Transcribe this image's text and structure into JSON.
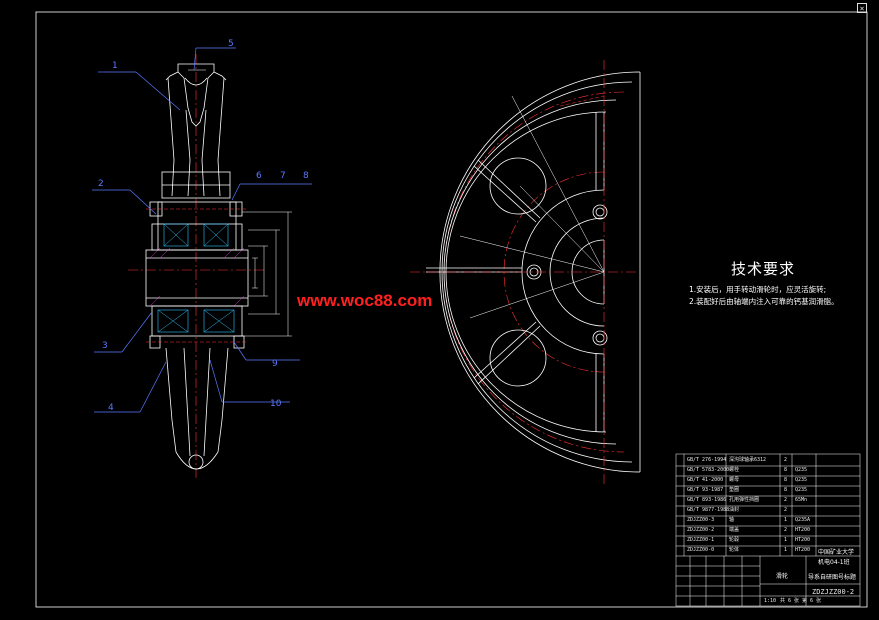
{
  "controls": {
    "close_label": "×"
  },
  "watermark": "www.woc88.com",
  "tech": {
    "title": "技术要求",
    "notes": [
      "1.安装后，用手转动滑轮时，应灵活旋转;",
      "2.装配好后由轴端内注入可靠的钙基润滑脂。"
    ]
  },
  "part_labels": [
    "1",
    "2",
    "3",
    "4",
    "5",
    "6",
    "7",
    "8",
    "9",
    "10"
  ],
  "title_block": {
    "bom_rows": [
      {
        "std": "GB/T 276-1994",
        "name": "深沟球轴承6312",
        "qty": "2",
        "mat": ""
      },
      {
        "std": "GB/T 5783-2000",
        "name": "螺栓",
        "qty": "8",
        "mat": "Q235"
      },
      {
        "std": "GB/T 41-2000",
        "name": "螺母",
        "qty": "8",
        "mat": "Q235"
      },
      {
        "std": "GB/T 93-1987",
        "name": "垫圈",
        "qty": "8",
        "mat": "Q235"
      },
      {
        "std": "GB/T 893-1986",
        "name": "孔用弹性挡圈",
        "qty": "2",
        "mat": "65Mn"
      },
      {
        "std": "GB/T 9877-1988",
        "name": "油封",
        "qty": "2",
        "mat": ""
      },
      {
        "std": "ZDJZZ00-3",
        "name": "轴",
        "qty": "1",
        "mat": "Q235A"
      },
      {
        "std": "ZDJZZ00-2",
        "name": "端盖",
        "qty": "2",
        "mat": "HT200"
      },
      {
        "std": "ZDJZZ00-1",
        "name": "轮毂",
        "qty": "1",
        "mat": "HT200"
      },
      {
        "std": "ZDJZZ00-0",
        "name": "轮体",
        "qty": "1",
        "mat": "HT200"
      }
    ],
    "org": [
      "中国矿业大学",
      "机电04-1班"
    ],
    "assembly": "滑轮",
    "drawing_name": "导系自研图号标题",
    "drawing_no": "ZDZJZZ00-2",
    "scale": "1:10",
    "sheet": "共 6 张 第 6 张"
  }
}
